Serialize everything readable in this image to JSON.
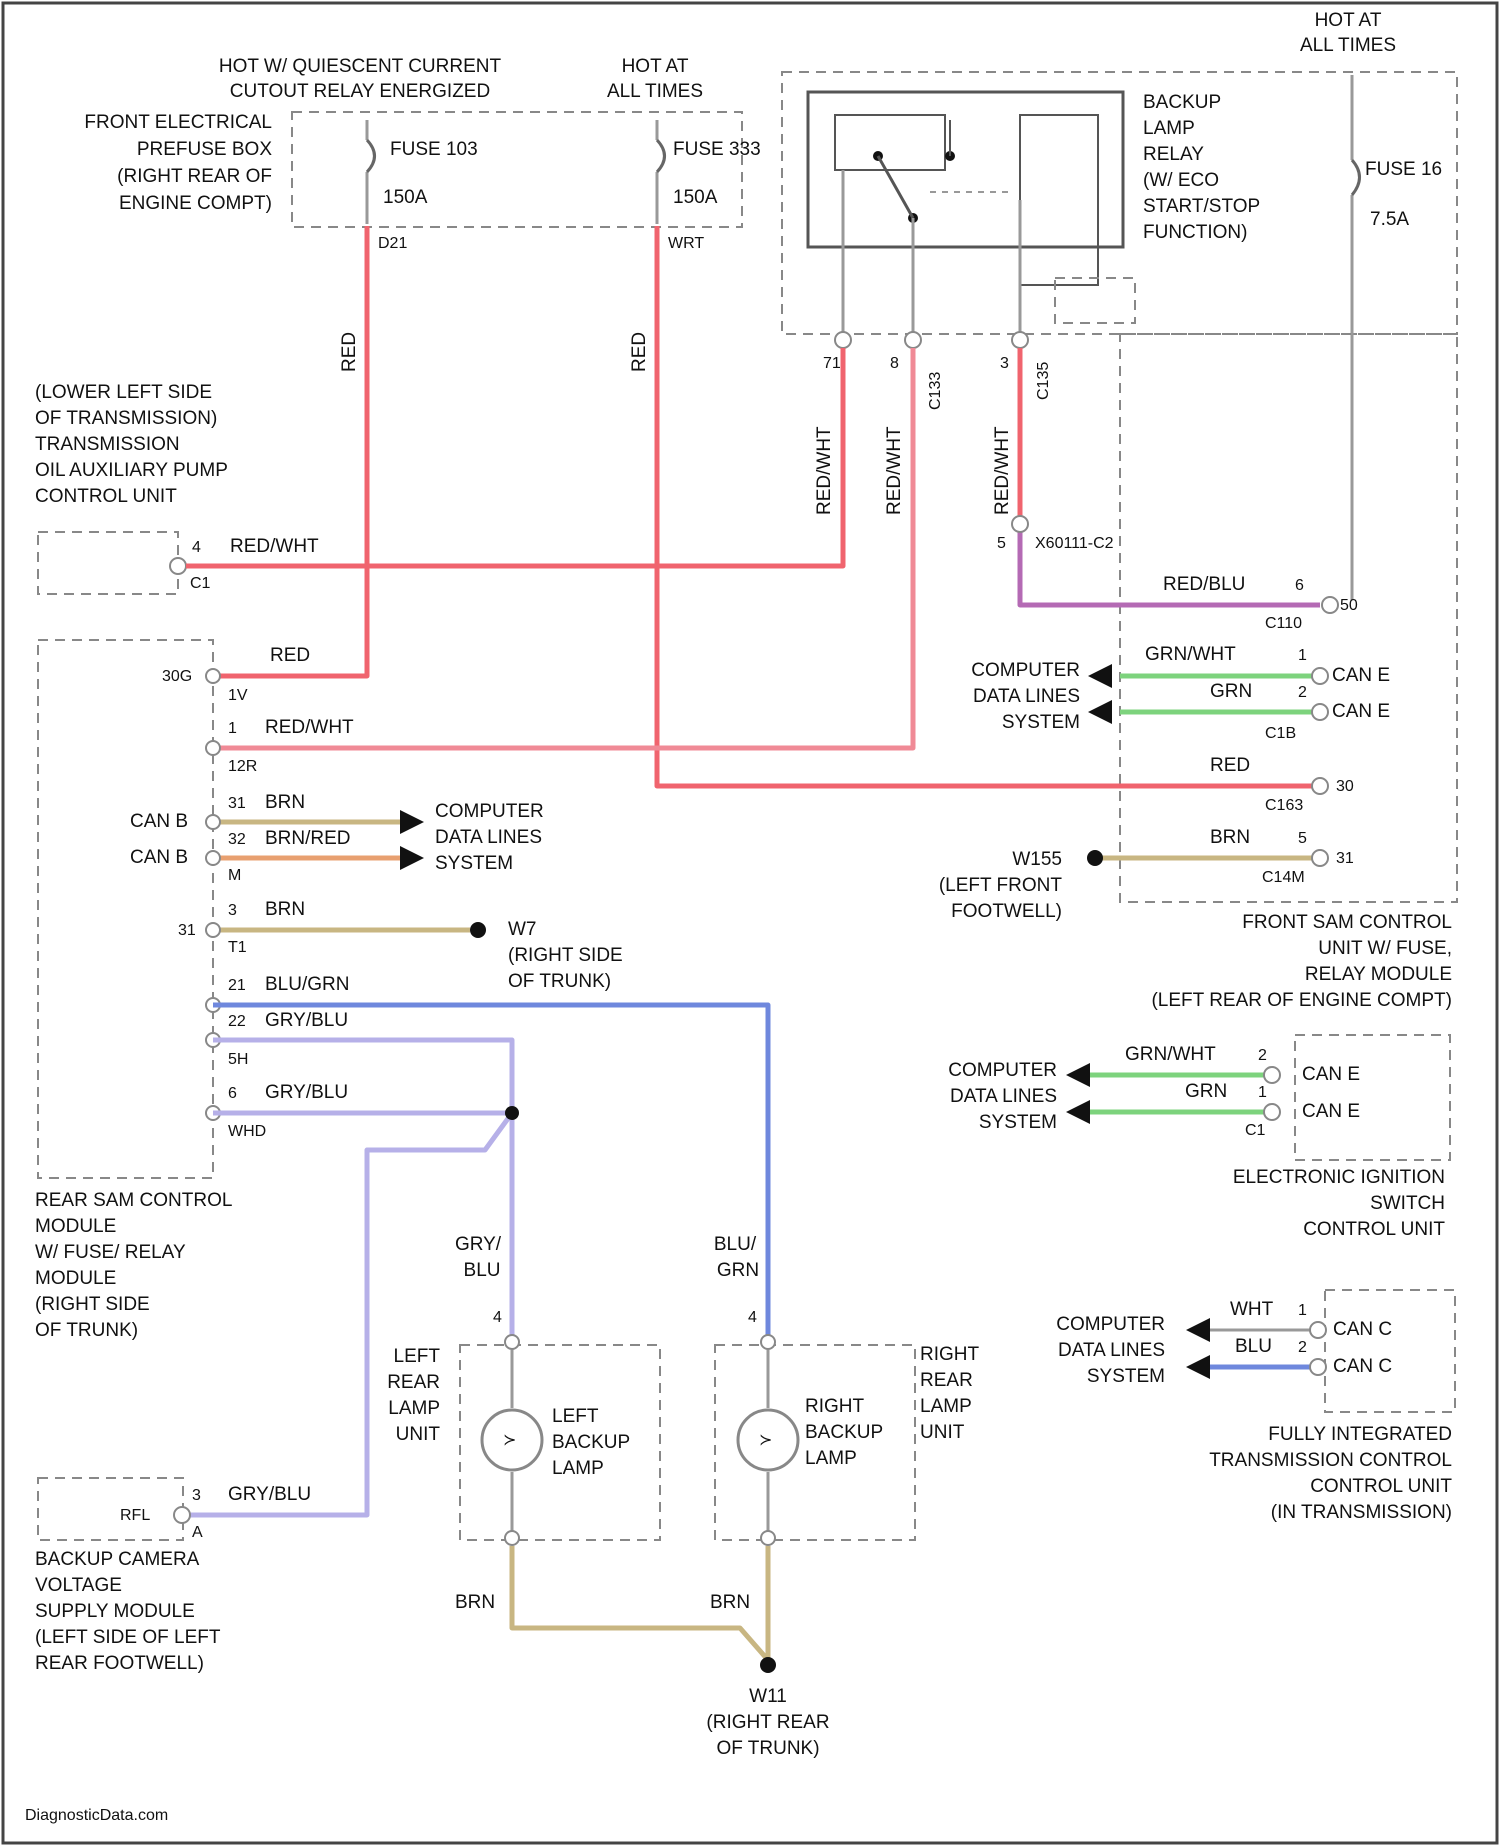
{
  "power": {
    "hot_quiescent": [
      "HOT W/ QUIESCENT CURRENT",
      "CUTOUT RELAY ENERGIZED"
    ],
    "hot_at_all_times_1": [
      "HOT AT",
      "ALL TIMES"
    ],
    "hot_at_all_times_2": [
      "HOT AT",
      "ALL TIMES"
    ]
  },
  "front_prefuse_box": {
    "label": [
      "FRONT ELECTRICAL",
      "PREFUSE BOX",
      "(RIGHT REAR OF",
      "ENGINE COMPT)"
    ],
    "fuse_a": {
      "name": "FUSE 103",
      "rating": "150A",
      "pin": "D21"
    },
    "fuse_b": {
      "name": "FUSE 333",
      "rating": "150A",
      "pin": "WRT"
    }
  },
  "backup_lamp_relay": {
    "label": [
      "BACKUP",
      "LAMP",
      "RELAY",
      "(W/ ECO",
      "START/STOP",
      "FUNCTION)"
    ],
    "pins": [
      "71",
      "8",
      "3"
    ],
    "connector": "C133",
    "connector2": "C135"
  },
  "fuse_16": {
    "name": "FUSE 16",
    "rating": "7.5A"
  },
  "wire_labels": {
    "red_1": "RED",
    "red_2": "RED",
    "red_wht_1": "RED/WHT",
    "red_wht_2": "RED/WHT",
    "red_wht_3": "RED/WHT"
  },
  "transmission_pump": {
    "label": [
      "(LOWER LEFT SIDE",
      "OF TRANSMISSION)",
      "TRANSMISSION",
      "OIL AUXILIARY PUMP",
      "CONTROL UNIT"
    ],
    "pin": "4",
    "wire": "RED/WHT",
    "connector": "C1"
  },
  "x_connector": {
    "pin": "5",
    "name": "X60111-C2"
  },
  "front_sam_side": {
    "redblu_wire": "RED/BLU",
    "redblu_pin": "6",
    "redblu_conn": "C110",
    "redblu_pin2": "50",
    "can_lines": {
      "system": [
        "COMPUTER",
        "DATA LINES",
        "SYSTEM"
      ],
      "wire1": "GRN/WHT",
      "pin1": "1",
      "can1": "CAN E",
      "wire2": "GRN",
      "pin2": "2",
      "can2": "CAN E",
      "conn": "C1B"
    },
    "red_wire": "RED",
    "red_pin": "30",
    "red_conn": "C163",
    "brn_wire": "BRN",
    "brn_pin": "5",
    "brn_pin2": "31",
    "brn_conn": "C14M",
    "ground": {
      "name": "W155",
      "label": [
        "(LEFT FRONT",
        "FOOTWELL)"
      ]
    },
    "label": [
      "FRONT SAM CONTROL",
      "UNIT W/ FUSE,",
      "RELAY MODULE",
      "(LEFT REAR OF ENGINE COMPT)"
    ]
  },
  "rear_sam": {
    "label": [
      "REAR SAM CONTROL",
      "MODULE",
      "W/ FUSE/ RELAY",
      "MODULE",
      "(RIGHT SIDE",
      "OF TRUNK)"
    ],
    "rows": [
      {
        "left": "30G",
        "pin": "",
        "wire": "RED",
        "sub": "1V"
      },
      {
        "left": "",
        "pin": "1",
        "wire": "RED/WHT",
        "sub": "12R"
      },
      {
        "left": "CAN B",
        "pin": "31",
        "wire": "BRN",
        "sub": ""
      },
      {
        "left": "CAN B",
        "pin": "32",
        "wire": "BRN/RED",
        "sub": "M"
      },
      {
        "left": "31",
        "pin": "3",
        "wire": "BRN",
        "sub": "T1"
      },
      {
        "left": "",
        "pin": "21",
        "wire": "BLU/GRN",
        "sub": ""
      },
      {
        "left": "",
        "pin": "22",
        "wire": "GRY/BLU",
        "sub": "5H"
      },
      {
        "left": "",
        "pin": "6",
        "wire": "GRY/BLU",
        "sub": "WHD"
      }
    ],
    "can_system": [
      "COMPUTER",
      "DATA LINES",
      "SYSTEM"
    ],
    "ground": {
      "name": "W7",
      "label": [
        "(RIGHT SIDE",
        "OF TRUNK)"
      ]
    }
  },
  "eis": {
    "system": [
      "COMPUTER",
      "DATA LINES",
      "SYSTEM"
    ],
    "wire1": "GRN/WHT",
    "pin1": "2",
    "can1": "CAN E",
    "wire2": "GRN",
    "pin2": "1",
    "can2": "CAN E",
    "conn": "C1",
    "label": [
      "ELECTRONIC IGNITION",
      "SWITCH",
      "CONTROL UNIT"
    ]
  },
  "tcu": {
    "system": [
      "COMPUTER",
      "DATA LINES",
      "SYSTEM"
    ],
    "wire1": "WHT",
    "pin1": "1",
    "can1": "CAN C",
    "wire2": "BLU",
    "pin2": "2",
    "can2": "CAN C",
    "label": [
      "FULLY INTEGRATED",
      "TRANSMISSION CONTROL",
      "CONTROL UNIT",
      "(IN TRANSMISSION)"
    ]
  },
  "left_lamp": {
    "unit_label": [
      "LEFT",
      "REAR",
      "LAMP",
      "UNIT"
    ],
    "lamp_label": [
      "LEFT",
      "BACKUP",
      "LAMP"
    ],
    "wire": [
      "GRY/",
      "BLU"
    ],
    "pin": "4",
    "gnd_wire": "BRN"
  },
  "right_lamp": {
    "unit_label": [
      "RIGHT",
      "REAR",
      "LAMP",
      "UNIT"
    ],
    "lamp_label": [
      "RIGHT",
      "BACKUP",
      "LAMP"
    ],
    "wire": [
      "BLU/",
      "GRN"
    ],
    "pin": "4",
    "gnd_wire": "BRN"
  },
  "backup_camera": {
    "pin_name": "RFL",
    "pin": "3",
    "wire": "GRY/BLU",
    "conn": "A",
    "label": [
      "BACKUP CAMERA",
      "VOLTAGE",
      "SUPPLY MODULE",
      "(LEFT SIDE OF LEFT",
      "REAR FOOTWELL)"
    ]
  },
  "ground_w11": {
    "name": "W11",
    "label": [
      "(RIGHT REAR",
      "OF TRUNK)"
    ]
  },
  "watermark": "DiagnosticData.com"
}
